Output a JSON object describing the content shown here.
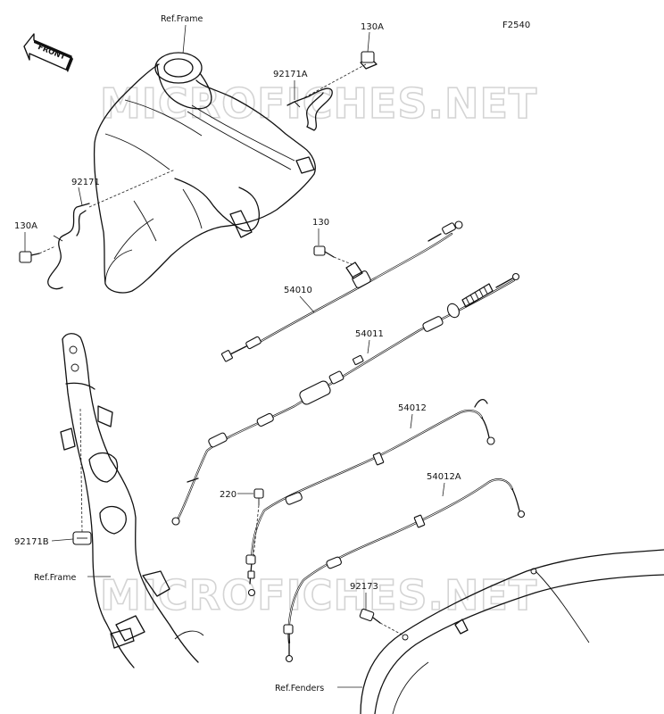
{
  "figure_code": "F2540",
  "front_label": "FRONT",
  "watermark": "MICROFICHES.NET",
  "references": {
    "frame_top": "Ref.Frame",
    "frame_bottom": "Ref.Frame",
    "fenders": "Ref.Fenders"
  },
  "parts": {
    "bolt_130a_top": "130A",
    "clamp_92171a": "92171A",
    "clamp_92171": "92171",
    "bolt_130a_left": "130A",
    "bolt_130": "130",
    "cable_54010": "54010",
    "cable_54011": "54011",
    "cable_54012": "54012",
    "cable_54012a": "54012A",
    "part_220": "220",
    "clamp_92171b": "92171B",
    "part_92173": "92173"
  }
}
